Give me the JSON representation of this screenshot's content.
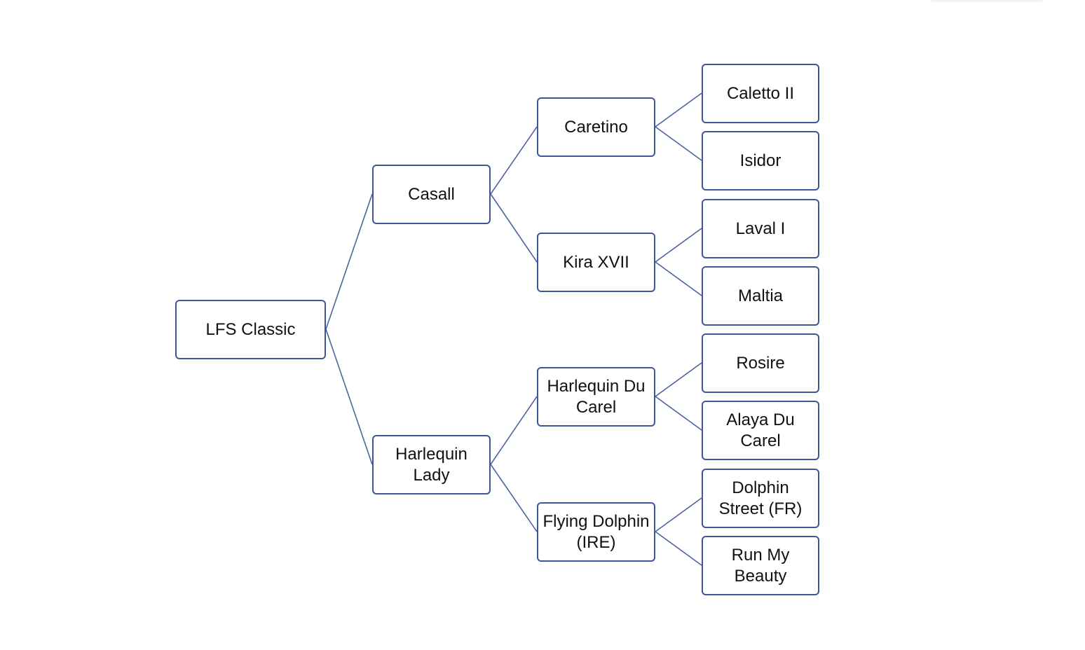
{
  "diagram": {
    "type": "tree",
    "root": {
      "label": "LFS Classic",
      "children": [
        {
          "label": "Casall",
          "children": [
            {
              "label": "Caretino",
              "children": [
                {
                  "label": "Caletto II"
                },
                {
                  "label": "Isidor"
                }
              ]
            },
            {
              "label": "Kira XVII",
              "children": [
                {
                  "label": "Laval I"
                },
                {
                  "label": "Maltia"
                }
              ]
            }
          ]
        },
        {
          "label": "Harlequin Lady",
          "children": [
            {
              "label": "Harlequin Du Carel",
              "children": [
                {
                  "label": "Rosire"
                },
                {
                  "label": "Alaya Du Carel"
                }
              ]
            },
            {
              "label": "Flying Dolphin (IRE)",
              "children": [
                {
                  "label": "Dolphin Street (FR)"
                },
                {
                  "label": "Run My Beauty"
                }
              ]
            }
          ]
        }
      ]
    },
    "colors": {
      "node_border": "#3e5694",
      "connector": "#4a64a0",
      "text": "#111111",
      "background": "#ffffff"
    }
  }
}
